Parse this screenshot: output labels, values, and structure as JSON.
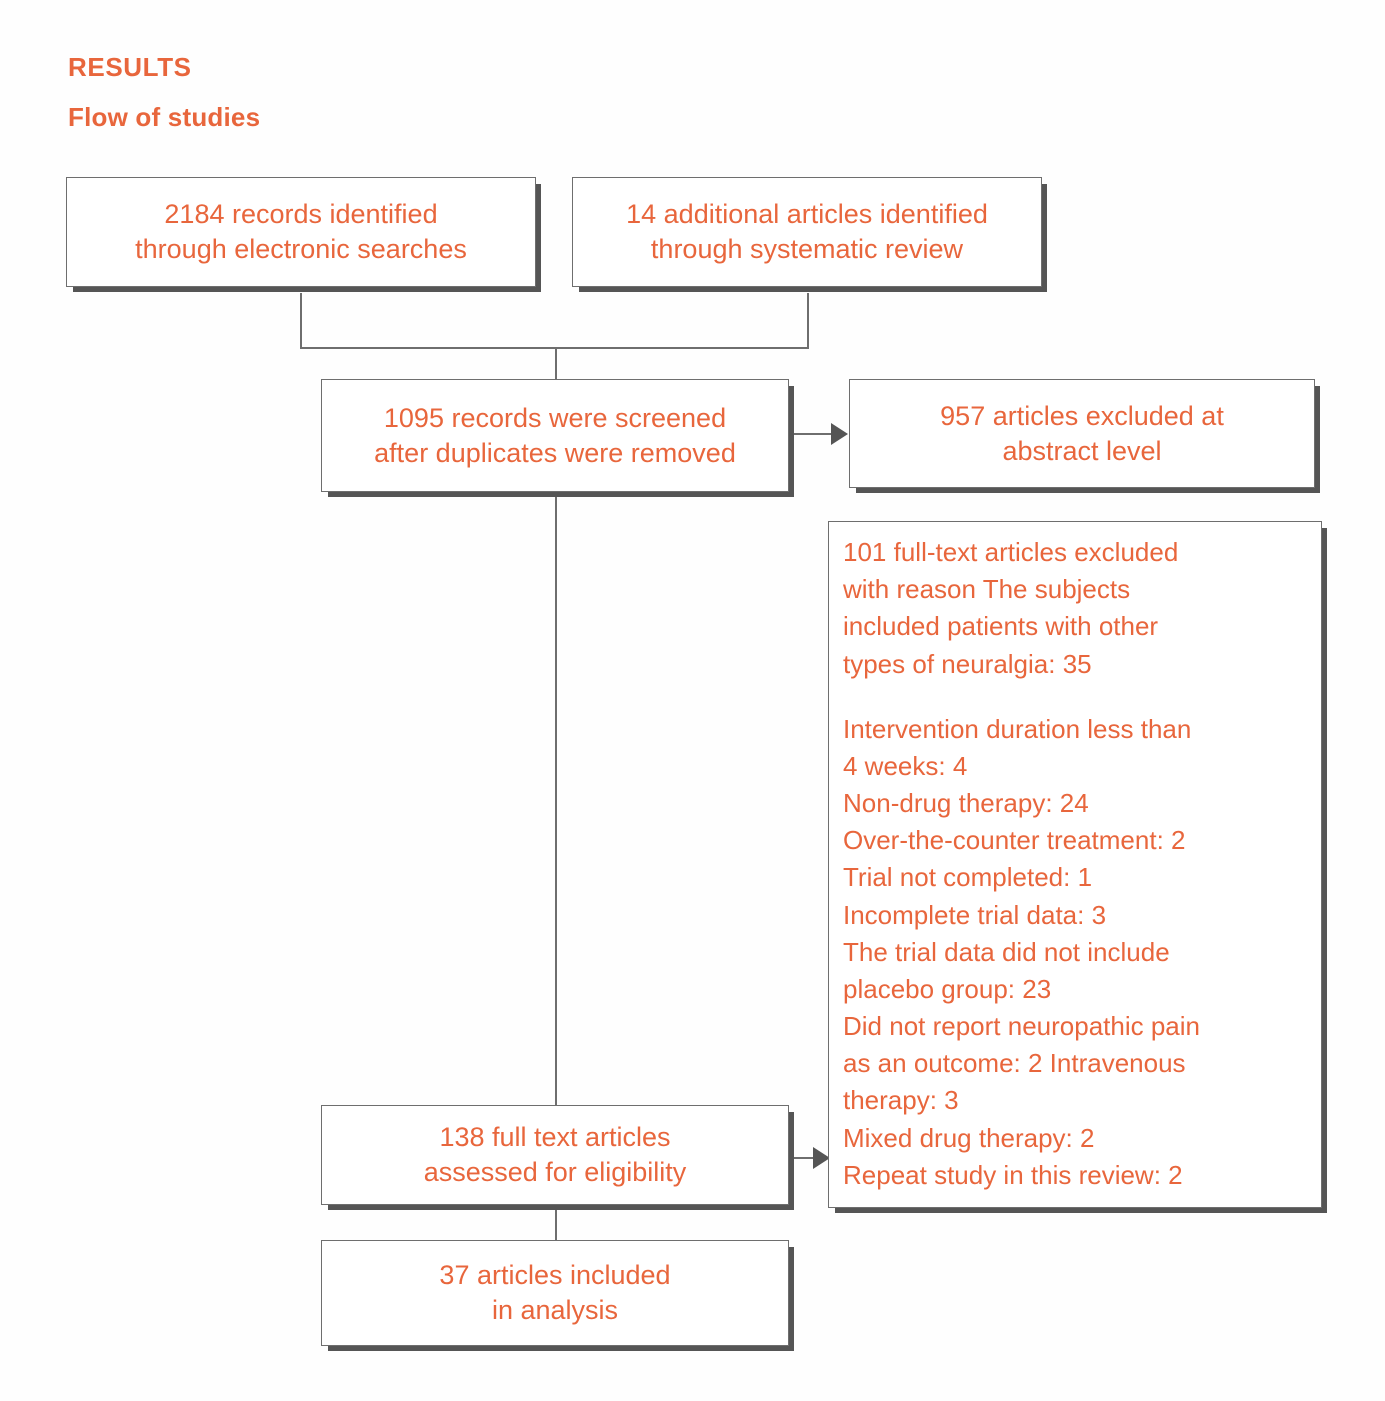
{
  "headings": {
    "section_label": "RESULTS",
    "subtitle": "Flow of studies"
  },
  "colors": {
    "accent": "#E8663C",
    "border": "#6E6E6E",
    "shadow": "#555555",
    "background": "#FEFEFE"
  },
  "boxes": {
    "records_electronic": "2184 records identified\nthrough electronic searches",
    "records_systematic": "14 additional articles identified\nthrough systematic review",
    "records_screened": "1095 records were screened\nafter duplicates were removed",
    "excluded_abstract": "957 articles excluded at\nabstract level",
    "fulltext_assessed": "138 full text articles\nassessed for eligibility",
    "articles_included": "37 articles included\nin analysis"
  },
  "exclusion_box": {
    "intro": "101 full-text articles excluded\nwith reason The subjects\nincluded patients with other\ntypes  of neuralgia: 35",
    "reasons": "Intervention duration less than\n4 weeks: 4\nNon-drug therapy: 24\nOver-the-counter treatment: 2\nTrial not completed: 1\nIncomplete trial data: 3\nThe trial data did not include\nplacebo group: 23\nDid not report neuropathic pain\nas an outcome: 2 Intravenous\ntherapy: 3\nMixed drug therapy: 2\nRepeat study in this review: 2"
  },
  "chart_data": {
    "type": "diagram",
    "title": "Flow of studies",
    "nodes": [
      {
        "id": "records_electronic",
        "label": "2184 records identified through electronic searches",
        "count": 2184
      },
      {
        "id": "records_systematic",
        "label": "14 additional articles identified through systematic review",
        "count": 14
      },
      {
        "id": "records_screened",
        "label": "1095 records were screened after duplicates were removed",
        "count": 1095
      },
      {
        "id": "excluded_abstract",
        "label": "957 articles excluded at abstract level",
        "count": 957
      },
      {
        "id": "fulltext_assessed",
        "label": "138 full text articles assessed for eligibility",
        "count": 138
      },
      {
        "id": "exclusion_reasons",
        "label": "101 full-text articles excluded with reason",
        "count": 101
      },
      {
        "id": "articles_included",
        "label": "37 articles included in analysis",
        "count": 37
      }
    ],
    "edges": [
      {
        "from": "records_electronic",
        "to": "records_screened"
      },
      {
        "from": "records_systematic",
        "to": "records_screened"
      },
      {
        "from": "records_screened",
        "to": "excluded_abstract"
      },
      {
        "from": "records_screened",
        "to": "fulltext_assessed"
      },
      {
        "from": "fulltext_assessed",
        "to": "exclusion_reasons"
      },
      {
        "from": "fulltext_assessed",
        "to": "articles_included"
      }
    ],
    "exclusion_reason_counts": [
      {
        "reason": "The subjects included patients with other types of neuralgia",
        "count": 35
      },
      {
        "reason": "Intervention duration less than 4 weeks",
        "count": 4
      },
      {
        "reason": "Non-drug therapy",
        "count": 24
      },
      {
        "reason": "Over-the-counter treatment",
        "count": 2
      },
      {
        "reason": "Trial not completed",
        "count": 1
      },
      {
        "reason": "Incomplete trial data",
        "count": 3
      },
      {
        "reason": "The trial data did not include placebo group",
        "count": 23
      },
      {
        "reason": "Did not report neuropathic pain as an outcome",
        "count": 2
      },
      {
        "reason": "Intravenous therapy",
        "count": 3
      },
      {
        "reason": "Mixed drug therapy",
        "count": 2
      },
      {
        "reason": "Repeat study in this review",
        "count": 2
      }
    ]
  }
}
